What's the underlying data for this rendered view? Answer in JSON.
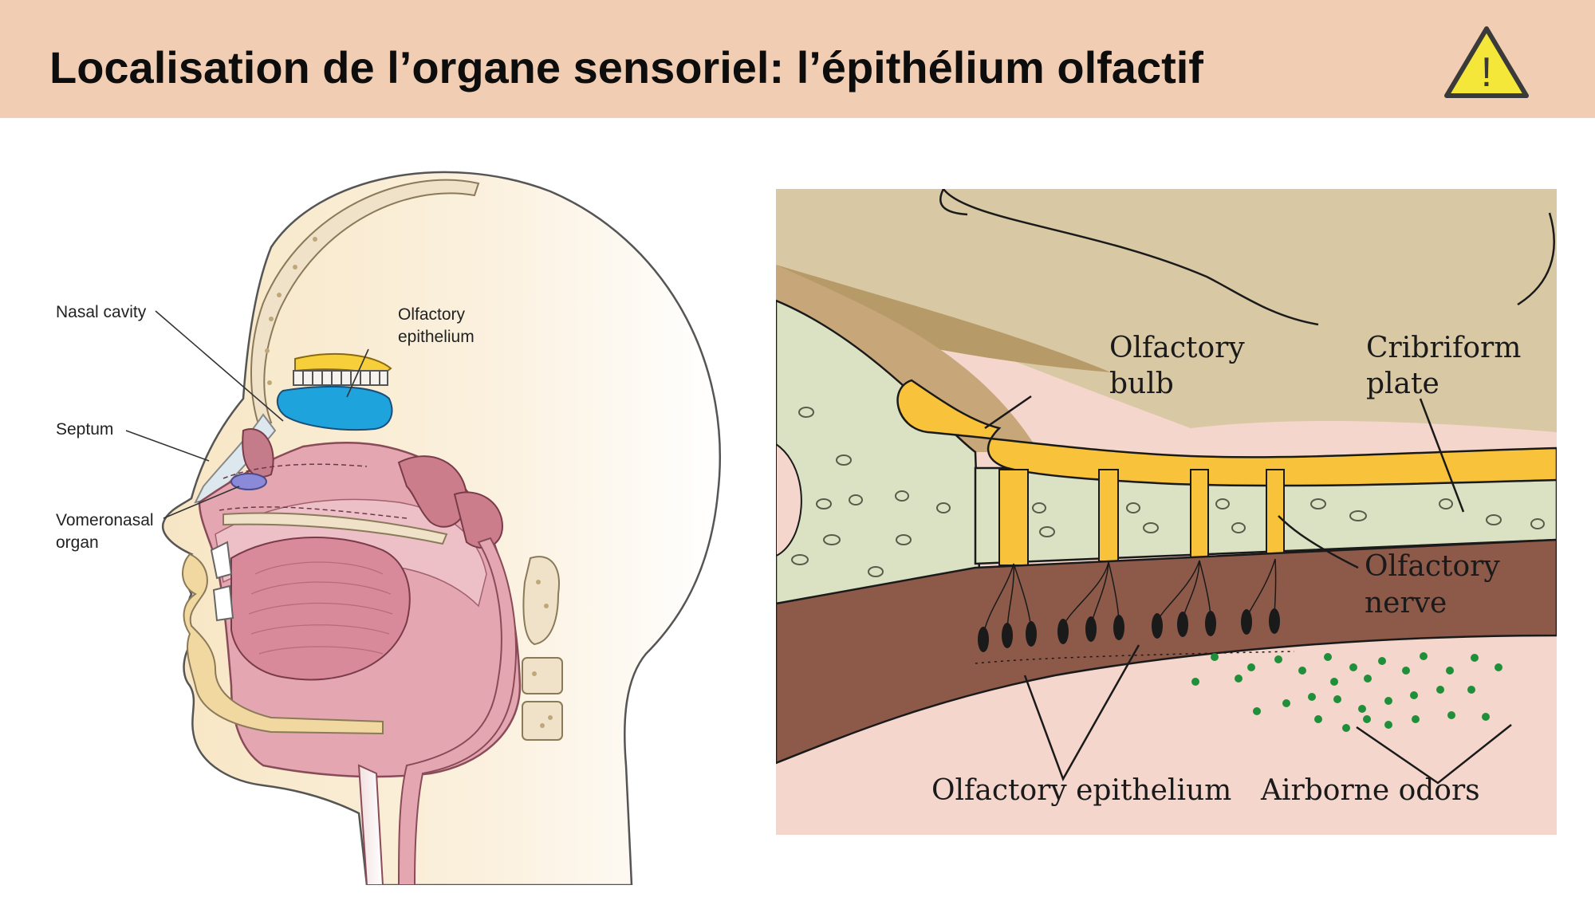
{
  "slide": {
    "title": "Localisation de l’organe sensoriel: l’épithélium olfactif",
    "header_color": "#f1cdb3",
    "warning_icon": "warning-triangle-icon",
    "warning_glyph": "!"
  },
  "left_figure": {
    "labels": {
      "nasal_cavity": "Nasal cavity",
      "olfactory_epithelium_1": "Olfactory",
      "olfactory_epithelium_2": "epithelium",
      "septum": "Septum",
      "vomeronasal_1": "Vomeronasal",
      "vomeronasal_2": "organ"
    }
  },
  "right_figure": {
    "labels": {
      "olfactory_bulb_1": "Olfactory",
      "olfactory_bulb_2": "bulb",
      "cribriform_1": "Cribriform",
      "cribriform_2": "plate",
      "olfactory_nerve_1": "Olfactory",
      "olfactory_nerve_2": "nerve",
      "olfactory_epithelium": "Olfactory epithelium",
      "airborne_odors": "Airborne odors"
    }
  }
}
